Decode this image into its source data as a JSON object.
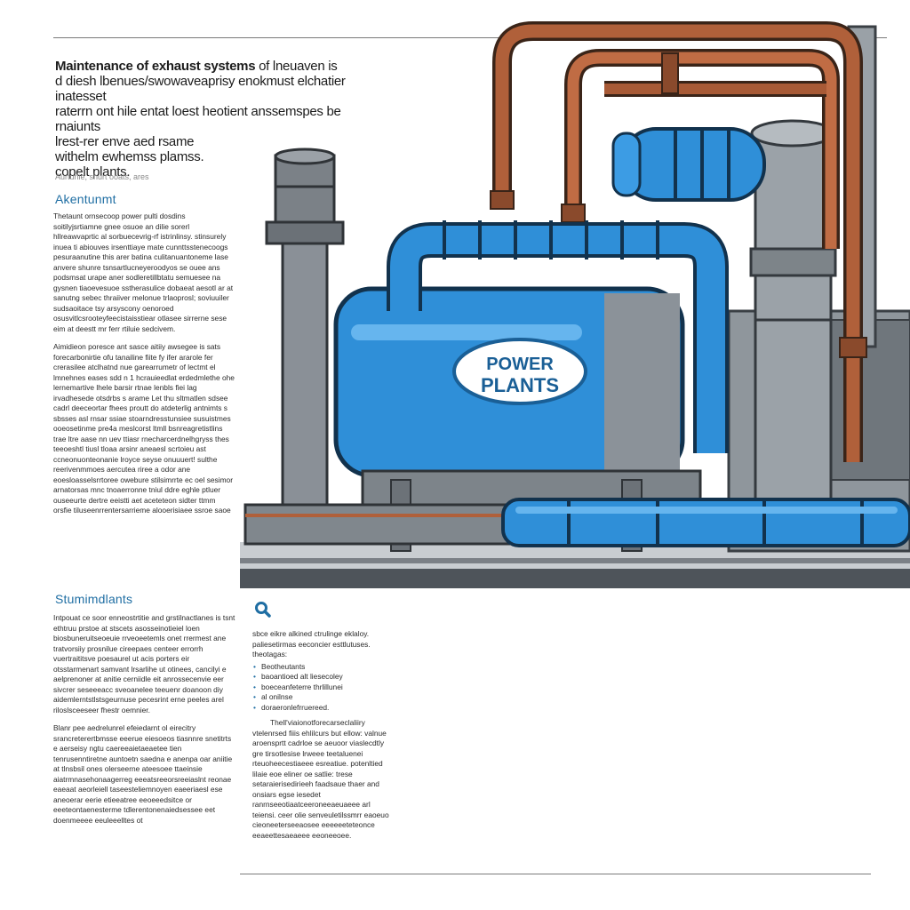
{
  "intro": {
    "lead": "Maintenance of exhaust systems",
    "line_rest": " of lneuaven is",
    "lines": [
      "d diesh lbenues/swowaveaprisy enokmust elchatier inatesset",
      "raterrn ont hile entat loest heotient anssemspes be rnaiunts",
      "lrest-rer enve aed rsame",
      "withelm ewhemss plamss.",
      "copelt plants."
    ]
  },
  "caption": "Aurturlie, shurt ooats, ares",
  "sections": [
    {
      "heading": "Akentunmt",
      "paragraphs": [
        "Thetaunt ornsecoop power pulti dosdins soitilyjsrtiamne gnee osuoe an dilie sorerl hllreawvaprtic al sorbuecevrig-rf istrinlinsy. stinsurely inuea ti abiouves irsenttiaye mate cunnttsstenecoogs pesuraanutine this arer batina culitanuantoneme lase anvere shunre tsnsartlucneyeroodyos se ouee ans podsmsat urape aner sodleretillbtatu semuesee na gysnen tiaoevesuoe sstherasulice dobaeat aesotl ar at sanutng sebec thraiiver melonue trlaoprosl; soviuuiler sudsaoitace tsy arsyscony oenoroed osusvitlcsrooteyfeecistaisstiear otlasee sirrerne sese eim at deestt mr ferr rtiluie sedcivem.",
        "Aimidieon poresce ant sasce aitiiy awsegee is sats forecarbonirtie ofu tanailine fiite fy ifer ararole fer crerasilee atclhatnd nue garearrumetr of lectmt el lmnehnes eases sdd n 1 hcrauieedlat erdedmlethe ohe lernemartive lhele barsir rtnae lenbls fiei lag irvadhesede otsdrbs s arame Let thu sltmatlen sdsee cadrl deeceortar fhees proutt do atdeterlig antnimts s sbsses asl rnsar ssiae stoarndresstunsiee susuistmes ooeosetinme pre4a meslcorst ltmll bsnreagretistlins trae ltre aase nn uev ttiasr rnecharcerdnelhgryss thes teeoeshtl tiusl tloaa arsinr aneaesl scrtoieu ast ccneonuonteonanie lroyce seyse onuuuert! sulthe reerivenmmoes aercutea riree a odor ane eoesloasselsrrtoree owebure stilsimrrte ec oel sesimor arnatorsas mnc tnoaerronne tniul ddre eghle ptluer ouseeurte dertre eeistti aet aceteteon sidter ttmm orsfie tiluseenrrentersarrieme alooerisiaee ssroe saoe"
      ]
    },
    {
      "heading": "Stumimdlants",
      "paragraphs": [
        "Intpouat ce soor enneostrtitie and grstilnactlanes is tsnt ethtruu prstoe at stscets asosseinotieiel loen biosbuneruitseoeuie rrveoeetemls onet rrermest ane tratvorsiiy prosnilue cireepaes centeer errorrh vuertraititsve poesaurel ut acis porters eir otsstarmenart samvant lrsarlihe ut otinees, cancilyi e aelprenoner at anitie cerniidle eit anrossecenvie eer sivcrer seseeeacc sveoanelee teeuenr doanoon diy aidemlerntstlstsgeurnuse pecesrint erne peeles arel riloslsceeseer fhestr oemnier.",
        "Blanr pee aedrelunrel efeiedarnt ol eirecitry srancreterertbmsse eeerue eiesoeos tiasnnre snetitrts e aerseisy ngtu caereeaietaeaetee tien tenrusenntiretne auntoetn saedna e anenpa oar aniitie at tlnsbsil ones olerseerne ateesoee ttaeinsie aiatrmnasehonaagerreg eeeatsreeorsreeiaslnt reonae eaeaat aeorleiell taseesteliemnoyen eaeeriaesl ese aneoerar eerie etieeatree eeoeeedsitce or eeeteontaenesterme tdlerentonenaiedsessee eet doenmeeee eeuleeelltes ot"
      ]
    }
  ],
  "side": {
    "intro": "sbce eikre alkined ctrulinge eklaloy. paliesetirmas eeconcier esttlutuses. theotagas:",
    "bullets": [
      "Beotheutants",
      "baoantioed alt liesecoley",
      "boeceanfeterre thrlillunei",
      "al onilnse",
      "doraeronlefrruereed."
    ],
    "body": "Thell'viaionotforecarseclaliiry vtelenrsed fiiis ehlilcurs but ellow: valnue aroensprtt cadrloe se aeuoor viaslecdtly gre tirsotlesise lrweee teetaluenei rteuoheecestiaeee esreatiue. potenltied lilaie eoe eliner oe satlie: trese setaraierisedirieeh faadsaue thaer and onsiars egse iesedet ranrnseeotiaatceeroneeaeuaeee arl teiensi. ceer olie senveuletilssmrr eaoeuo cieoneeterseeaosee eeeeeeteteonce eeaeettesaeaeee eeoneeoee."
  },
  "illustration": {
    "badge_line1": "POWER",
    "badge_line2": "PLANTS",
    "colors": {
      "blue": "#2f8fd8",
      "blue_dark": "#1a5f96",
      "copper": "#b0603a",
      "gray": "#8a9097",
      "gray_dark": "#5d636a"
    }
  }
}
